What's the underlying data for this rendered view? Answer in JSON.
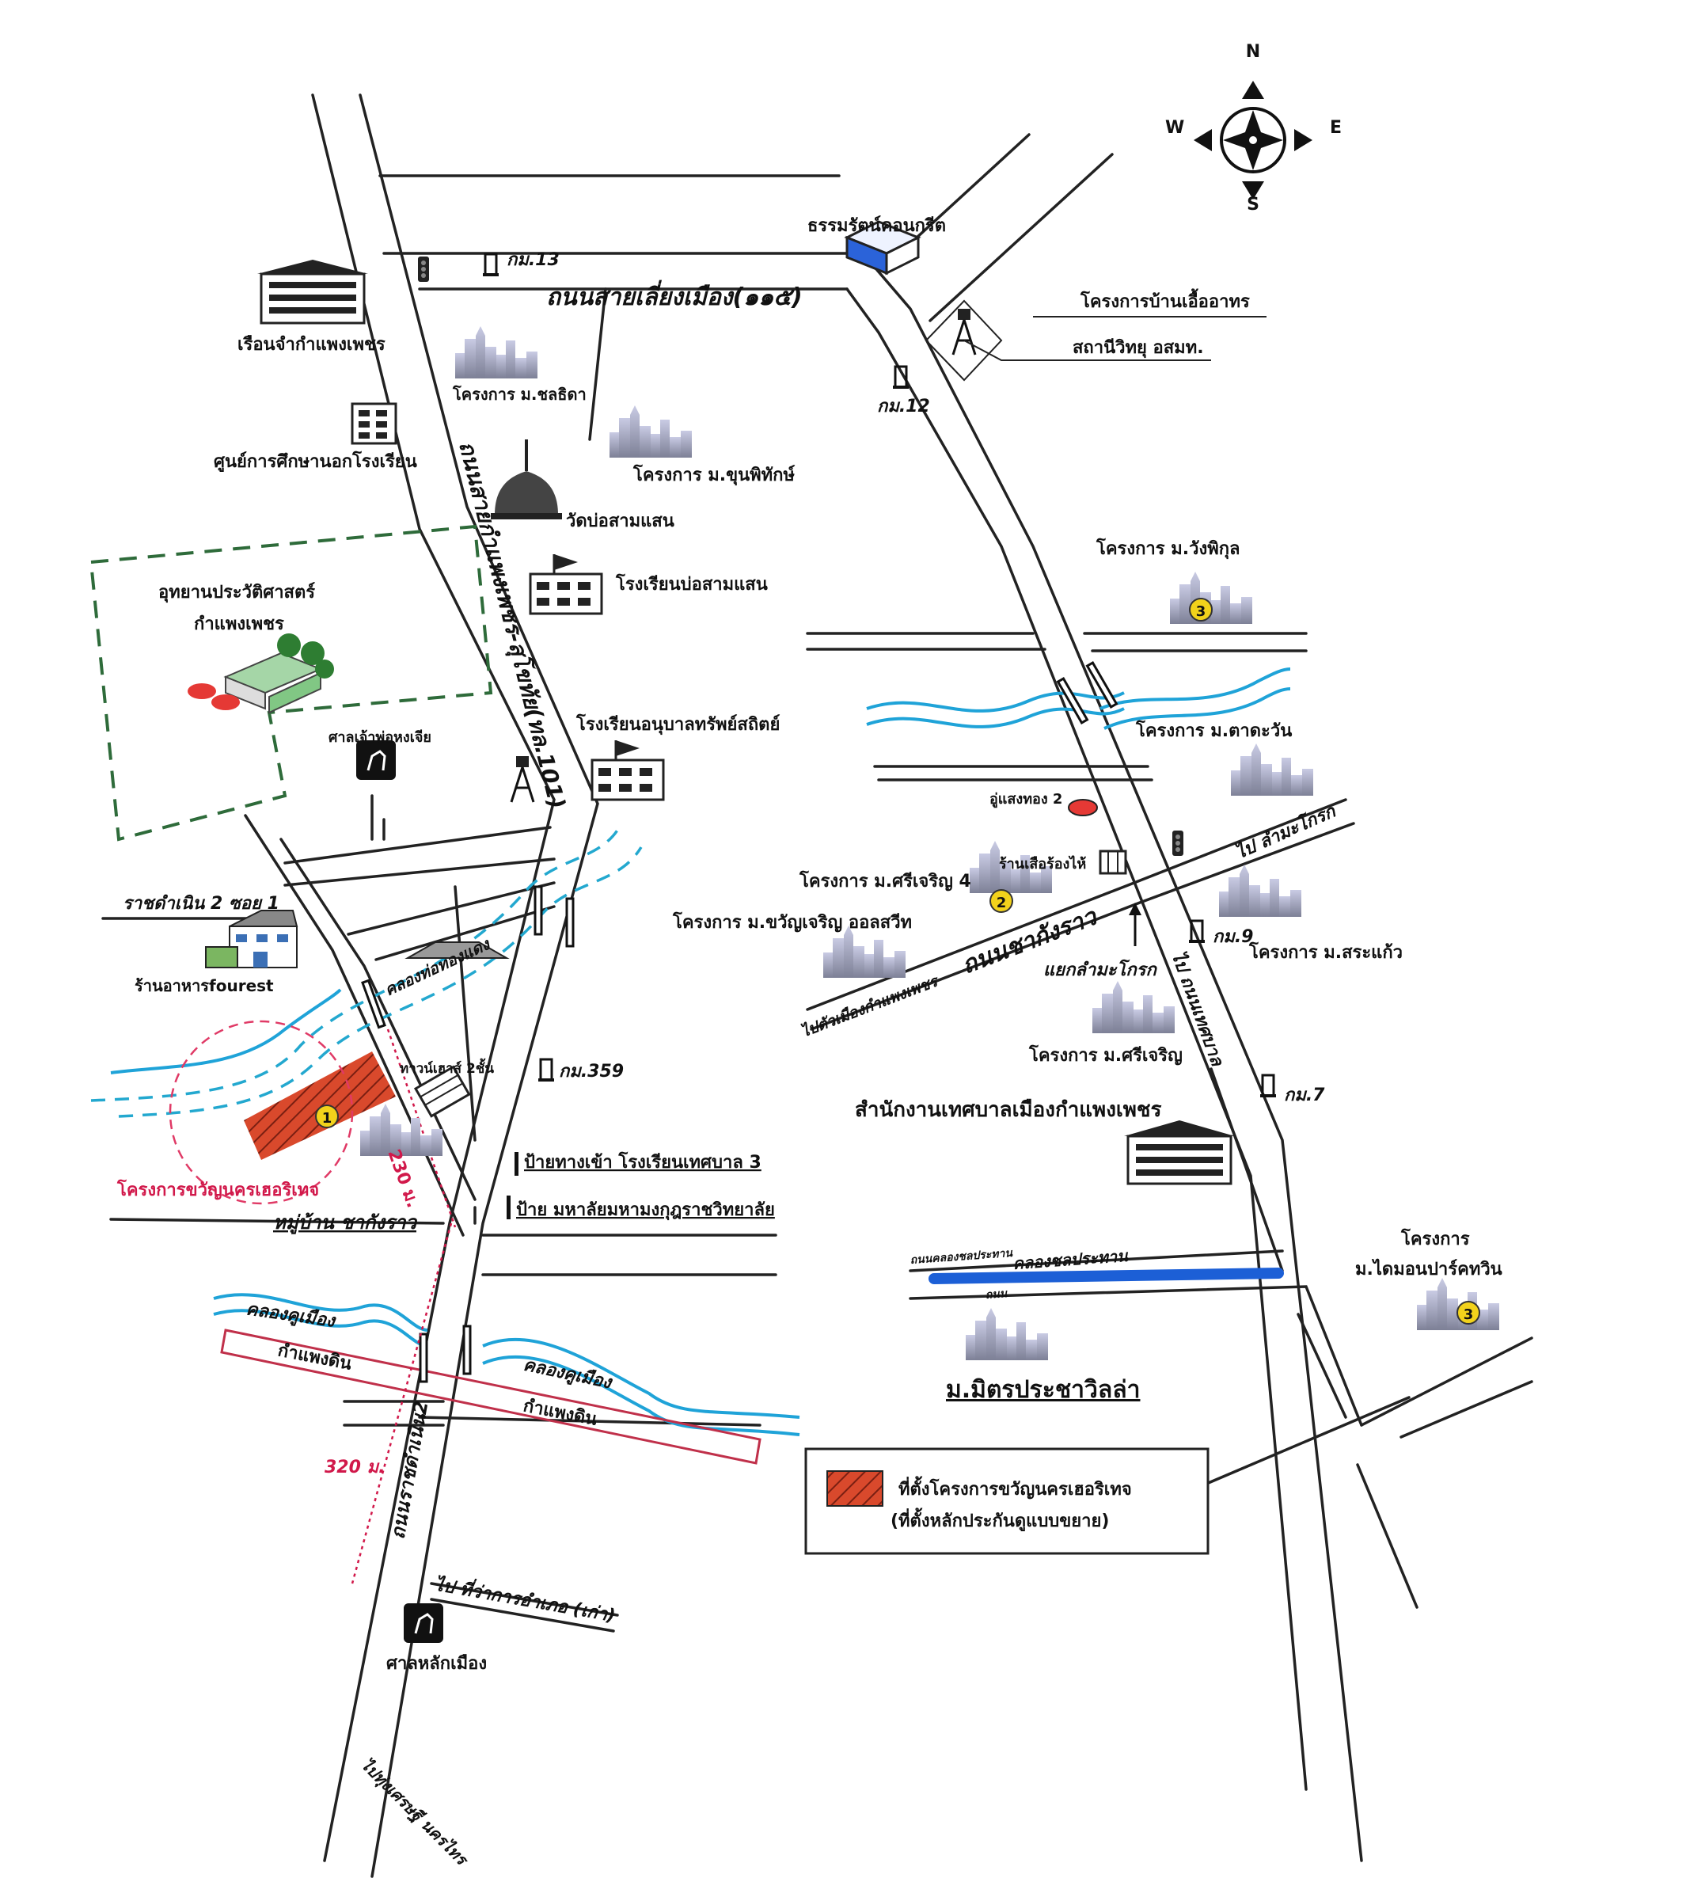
{
  "compass": {
    "n": "N",
    "s": "S",
    "e": "E",
    "w": "W"
  },
  "roads": {
    "saiLiangMueang": "ถนนสายเลี่ยงเมือง(๑๑๕)",
    "kamphaengphetHighway": "ถนนสายกำแพงเพชร-สุโขทัย(ทล.101)",
    "charoenSukhumvit": "ถนนชากังราว",
    "tesaphon": "ไป ถนนเทศบาล",
    "rajdamnoen2": "ถนนราชดำเนิน2",
    "rajdamnoen2Soi1": "ราชดำเนิน 2 ซอย 1",
    "toLamMaKrok": "ไป ลำมะโกรก",
    "toWatChedi": "ไปตัวเมืองกำแพงเพชร",
    "toPran": "ไป ที่ว่าการอำเภอ (เก่า)",
    "toPhran": "ไปทุ่งเศรษฐี นครไทร",
    "kmBelow": "ถนนคลองชลประทาน"
  },
  "km": {
    "km13": "กม.13",
    "km12": "กม.12",
    "km9": "กม.9",
    "km7": "กม.7",
    "km359": "กม.359"
  },
  "places": {
    "concrete": "ธรรมรัตน์คอนกรีต",
    "prison": "เรือนจำกำแพงเพชร",
    "nonFormalEd": "ศูนย์การศึกษานอกโรงเรียน",
    "watBoSamSaen": "วัดบ่อสามแสน",
    "schoolBoSamSaen": "โรงเรียนบ่อสามแสน",
    "historicalPark": "อุทยานประวัติศาสตร์",
    "historicalPark2": "กำแพงเพชร",
    "shrine": "ศาลเจ้าพ่อหงเจีย",
    "kindergarten": "โรงเรียนอนุบาลทรัพย์สถิตย์",
    "projChonSida": "โครงการ ม.ชลธิดา",
    "projKhunPhitak": "โครงการ ม.ขุนพิทักษ์",
    "projBaanEua": "โครงการบ้านเอื้ออาทร",
    "radio": "สถานีวิทยุ อสมท.",
    "projWangPhikun": "โครงการ ม.วังพิกุล",
    "projTadaWan": "โครงการ ม.ตาดะวัน",
    "garage": "อู่แสงทอง 2",
    "restaurant1": "ร้านเสือร้องไห้",
    "projSriCharoen4": "โครงการ ม.ศรีเจริญ 4",
    "projKhwanCharoen": "โครงการ ม.ขวัญเจริญ ออลสวีท",
    "junction": "แยกลำมะโกรก",
    "projSaKaew": "โครงการ ม.สระแก้ว",
    "projSriCharoen": "โครงการ ม.ศรีเจริญ",
    "municipal": "สำนักงานเทศบาลเมืองกำแพงเพชร",
    "restaurantFourest": "ร้านอาหารfourest",
    "townhouse": "ทาวน์เฮาส์ 2ชั้น",
    "projMain": "โครงการขวัญนครเฮอริเทจ",
    "village": "หมู่บ้าน ชากังราว",
    "signSchool": "ป้ายทางเข้า โรงเรียนเทศบาล 3",
    "signUniv": "ป้าย มหาลัยมหามงกุฎราชวิทยาลัย",
    "canalThongDaeng": "คลองท่อทองแดง",
    "canalKhuMueang1": "คลองคูเมือง",
    "canalKhuMueang2": "คลองคูเมือง",
    "wallEarth1": "กำแพงดิน",
    "wallEarth2": "กำแพงดิน",
    "canalIrrigation": "คลองชลประทาน",
    "projDiamond1": "โครงการ",
    "projDiamond2": "ม.ไดมอนปาร์คทวิน",
    "mitpracha": "ม.มิตรประชาวิลล่า",
    "cityPillar": "ศาลหลักเมือง",
    "irrRoad1": "ถนนคลองชลประทาน",
    "irrRoad2": "ถนน"
  },
  "distances": {
    "d230": "230 ม.",
    "d320": "320 ม."
  },
  "markers": {
    "m1": "1",
    "m2": "2",
    "m3a": "3",
    "m3b": "3"
  },
  "legend": {
    "line1": "ที่ตั้งโครงการขวัญนครเฮอริเทจ",
    "line2": "(ที่ตั้งหลักประกันดูแบบขยาย)"
  },
  "colors": {
    "road": "#222222",
    "water": "#1fa3d8",
    "waterDash": "#23a8cf",
    "canal": "#1c5fd6",
    "site": "#d9492c",
    "park": "#2e6b3a",
    "wall": "#c0304a",
    "marker": "#f2d21b",
    "circle": "#e03a66"
  }
}
